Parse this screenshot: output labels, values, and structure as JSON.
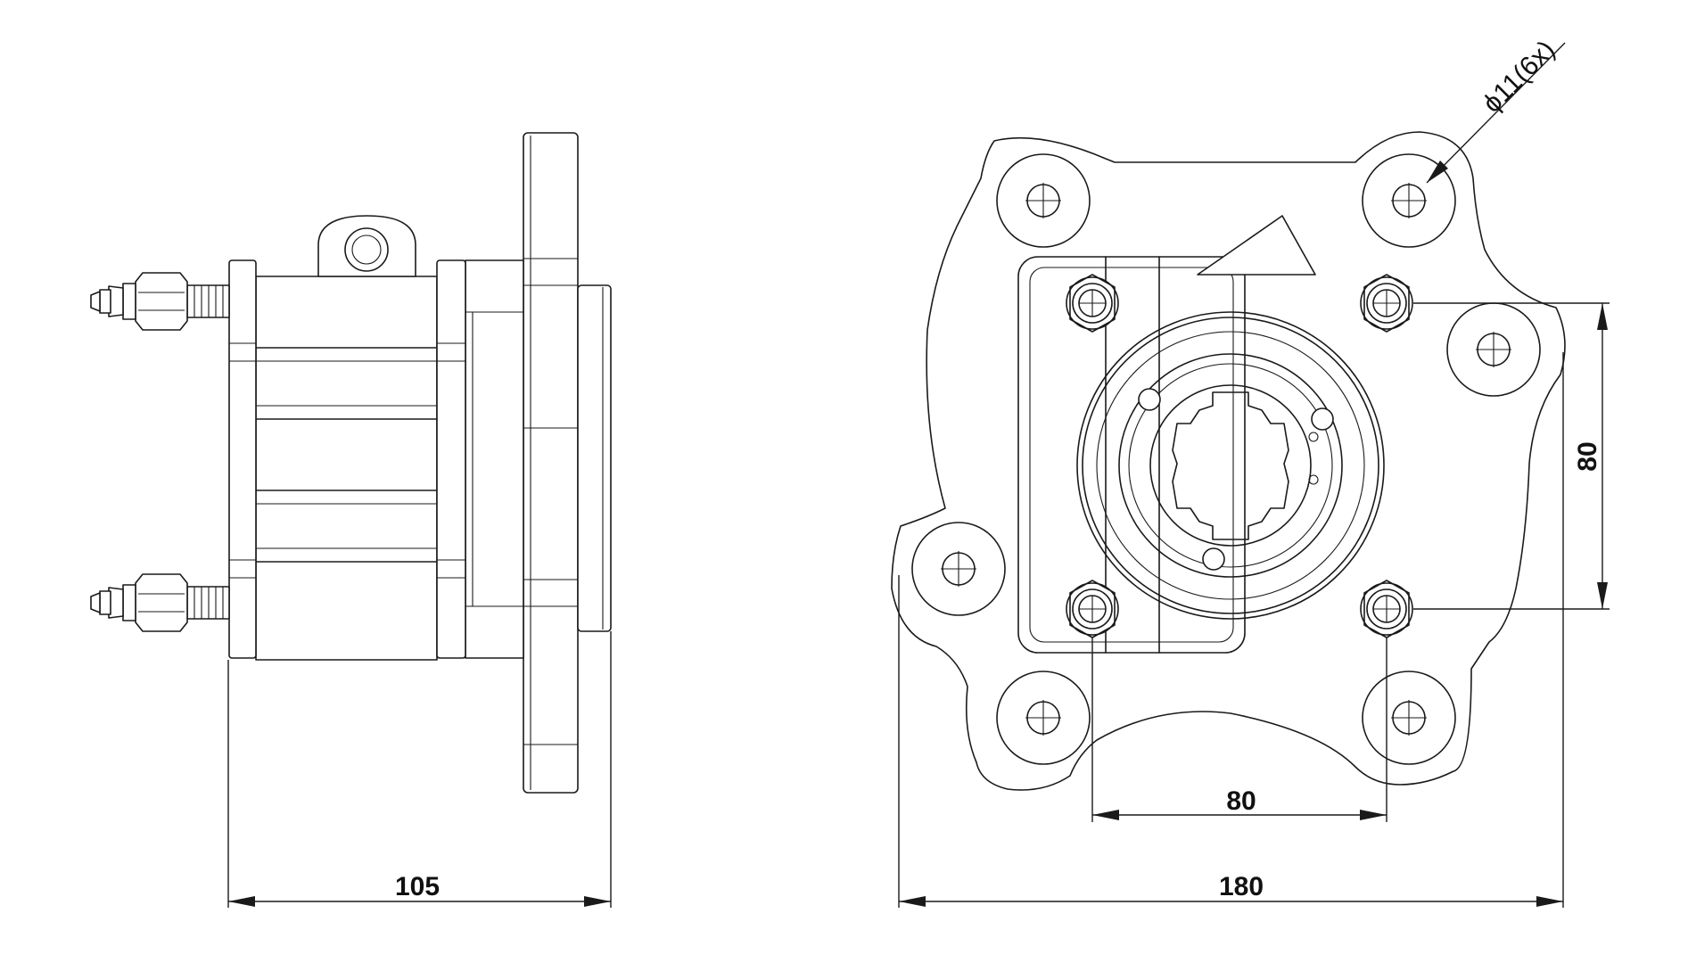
{
  "dimensions": {
    "side_overall_length": "105",
    "front_overall_width": "180",
    "bolt_spacing_horizontal": "80",
    "bolt_spacing_vertical": "80",
    "hole_callout": "ϕ11(6x)"
  }
}
